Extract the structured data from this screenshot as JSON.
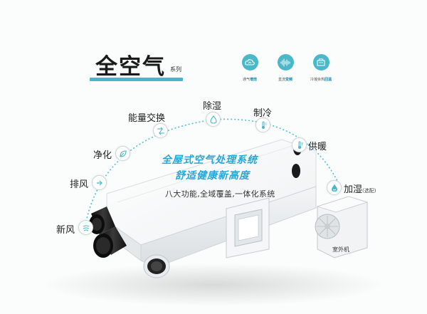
{
  "title": "全空气",
  "title_sub": "系列",
  "features": [
    {
      "pre": "通气",
      "hl": "增焓",
      "icon": "cloud-icon"
    },
    {
      "pre": "直流",
      "hl": "变频",
      "icon": "waveform-icon"
    },
    {
      "pre": "冷凝余热",
      "hl": "回温",
      "icon": "heat-recovery-icon"
    }
  ],
  "functions": [
    {
      "label": "新风",
      "icon": "fan-icon"
    },
    {
      "label": "排风",
      "icon": "exhaust-icon"
    },
    {
      "label": "净化",
      "icon": "leaf-icon"
    },
    {
      "label": "能量交换",
      "icon": "exchange-icon"
    },
    {
      "label": "除湿",
      "icon": "droplet-icon"
    },
    {
      "label": "制冷",
      "icon": "thermometer-cold-icon"
    },
    {
      "label": "供暖",
      "icon": "thermometer-warm-icon"
    },
    {
      "label": "加湿",
      "note": "(选配)",
      "icon": "humidify-icon"
    }
  ],
  "slogan": {
    "line1": "全屋式空气处理系统",
    "line2": "舒适健康新高度",
    "line3": "八大功能,全域覆盖,一体化系统"
  },
  "outdoor_unit_label": "室外机",
  "colors": {
    "accent": "#48b7c6",
    "slogan": "#2aa6d4"
  }
}
